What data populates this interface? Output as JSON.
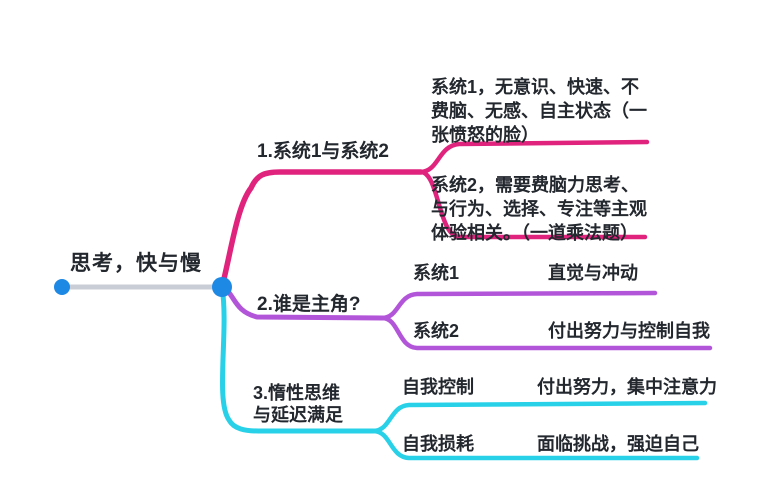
{
  "root": {
    "label": "思考，快与慢"
  },
  "branches": [
    {
      "label": "1.系统1与系统2",
      "color": "#e0247e",
      "children": [
        {
          "lines": [
            "系统1，无意识、快速、不",
            "费脑、无感、自主状态（一",
            "张愤怒的脸）"
          ]
        },
        {
          "lines": [
            "系统2，需要费脑力思考、",
            "与行为、选择、专注等主观",
            "体验相关。（一道乘法题）"
          ]
        }
      ]
    },
    {
      "label": "2.谁是主角?",
      "color": "#b355d9",
      "children": [
        {
          "term": "系统1",
          "desc": "直觉与冲动"
        },
        {
          "term": "系统2",
          "desc": "付出努力与控制自我"
        }
      ]
    },
    {
      "label_lines": [
        "3.惰性思维",
        "与延迟满足"
      ],
      "color": "#28d1e8",
      "children": [
        {
          "term": "自我控制",
          "desc": "付出努力，集中注意力"
        },
        {
          "term": "自我损耗",
          "desc": "面临挑战，强迫自己"
        }
      ]
    }
  ],
  "colors": {
    "node_dot": "#1e88e5",
    "root_line": "#c9ced6",
    "text": "#23272e",
    "background": "#ffffff"
  }
}
